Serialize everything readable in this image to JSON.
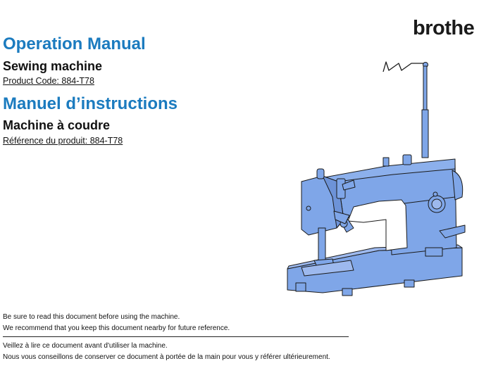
{
  "brand": {
    "logo_text": "brothe"
  },
  "english": {
    "title": "Operation Manual",
    "subtitle": "Sewing machine",
    "product_code": "Product Code: 884-T78"
  },
  "french": {
    "title": "Manuel d’instructions",
    "subtitle": "Machine à coudre",
    "product_code": "Référence du produit: 884-T78"
  },
  "notes_en": [
    "Be sure to read this document before using the machine.",
    "We recommend that you keep this document nearby for future reference."
  ],
  "notes_fr": [
    "Veillez à lire ce document avant d'utiliser la machine.",
    "Nous vous conseillons de conserver ce document à portée de la main pour vous y référer ultérieurement."
  ],
  "colors": {
    "title_blue": "#1b7bbf",
    "machine_blue": "#7fa6e8",
    "outline": "#1a1a1a"
  },
  "illustration": {
    "subject": "sewing-machine"
  }
}
